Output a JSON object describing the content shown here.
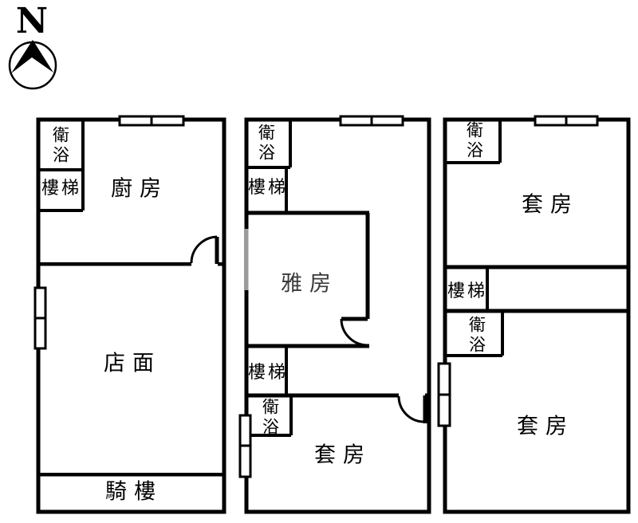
{
  "colors": {
    "line": "#000000",
    "background": "#ffffff",
    "faded_wall": "#9b9b9b"
  },
  "compass": {
    "north_label": "N"
  },
  "floors": [
    {
      "id": "floor-left",
      "rooms": [
        {
          "key": "bath",
          "label": "衛浴"
        },
        {
          "key": "stairs",
          "label": "樓梯"
        },
        {
          "key": "kitchen",
          "label": "廚房"
        },
        {
          "key": "storefront",
          "label": "店面"
        },
        {
          "key": "arcade",
          "label": "騎樓"
        }
      ]
    },
    {
      "id": "floor-middle",
      "rooms": [
        {
          "key": "bath-top",
          "label": "衛浴"
        },
        {
          "key": "stairs-top",
          "label": "樓梯"
        },
        {
          "key": "plain-room",
          "label": "雅房"
        },
        {
          "key": "stairs-bottom",
          "label": "樓梯"
        },
        {
          "key": "bath-bottom",
          "label": "衛浴"
        },
        {
          "key": "suite",
          "label": "套房"
        }
      ]
    },
    {
      "id": "floor-right",
      "rooms": [
        {
          "key": "bath-top",
          "label": "衛浴"
        },
        {
          "key": "suite-top",
          "label": "套房"
        },
        {
          "key": "stairs",
          "label": "樓梯"
        },
        {
          "key": "bath-middle",
          "label": "衛浴"
        },
        {
          "key": "suite-bottom",
          "label": "套房"
        }
      ]
    }
  ]
}
